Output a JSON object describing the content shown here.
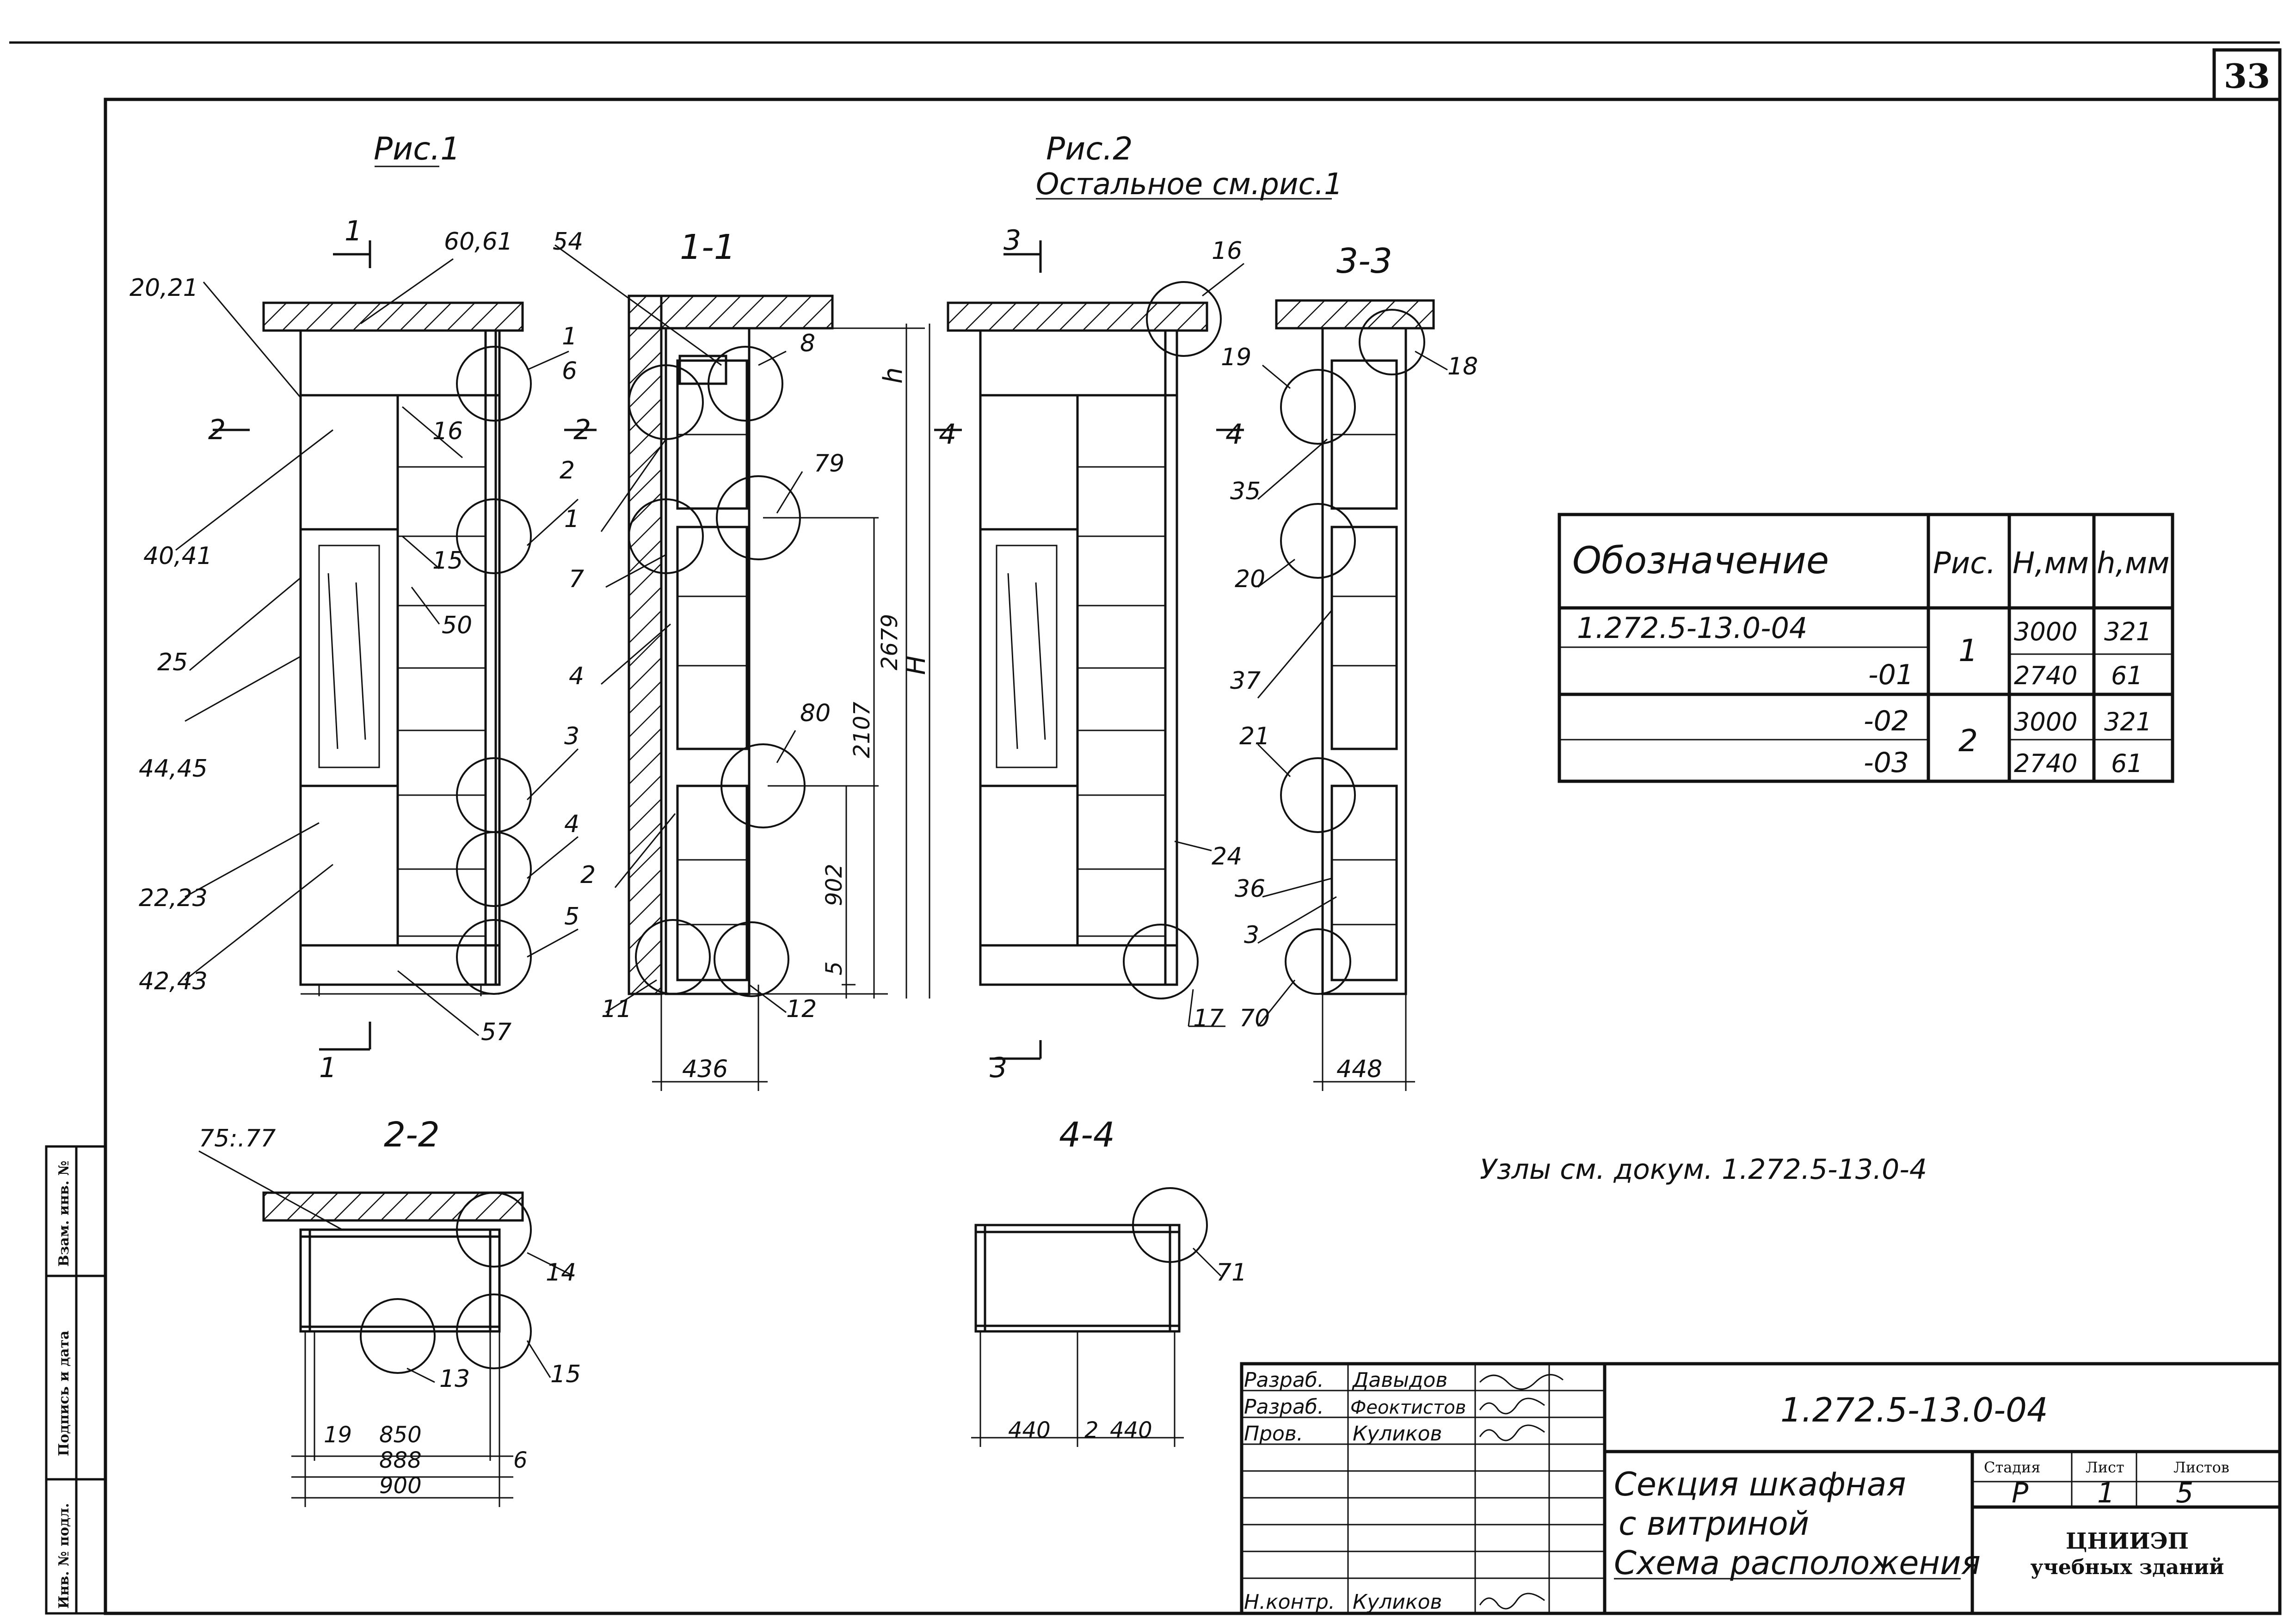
{
  "sheet_number": "33",
  "figures": {
    "fig1_title": "Рис.1",
    "fig2_title": "Рис.2",
    "fig2_note": "Остальное см.рис.1"
  },
  "sections": {
    "s11": "1-1",
    "s33": "3-3",
    "s22": "2-2",
    "s44": "4-4",
    "cut1": "1",
    "cut2": "2",
    "cut3": "3",
    "cut4": "4"
  },
  "callouts": {
    "c6061": "60,61",
    "c2021": "20,21",
    "c4041": "40,41",
    "c25": "25",
    "c4445": "44,45",
    "c2223": "22,23",
    "c4243": "42,43",
    "c57": "57",
    "c16a": "16",
    "c15a": "15",
    "c50": "50",
    "c1a": "1",
    "c6": "6",
    "c2a": "2",
    "c3a": "3",
    "c4a": "4",
    "c5a": "5",
    "c54": "54",
    "c8": "8",
    "c1b": "1",
    "c7": "7",
    "c4b": "4",
    "c2b": "2",
    "c79": "79",
    "c80": "80",
    "c11": "11",
    "c12": "12",
    "c16b": "16",
    "c24": "24",
    "c17": "17",
    "c19": "19",
    "c18": "18",
    "c35": "35",
    "c20": "20",
    "c37": "37",
    "c21": "21",
    "c36": "36",
    "c3b": "3",
    "c70": "70",
    "c7577": "75:.77",
    "c14": "14",
    "c15b": "15",
    "c13": "13",
    "c71": "71"
  },
  "dimensions": {
    "d436": "436",
    "d448": "448",
    "d2679": "2679",
    "d2107": "2107",
    "d902": "902",
    "d5": "5",
    "dh": "h",
    "dH": "H",
    "d19": "19",
    "d850": "850",
    "d888": "888",
    "d900": "900",
    "d6": "6",
    "d440a": "440",
    "d2": "2",
    "d440b": "440"
  },
  "spec_table": {
    "headers": [
      "Обозначение",
      "Рис.",
      "H,мм",
      "h,мм"
    ],
    "rows": [
      {
        "code": "1.272.5-13.0-04",
        "fig": "1",
        "H": "3000",
        "h": "321"
      },
      {
        "code": "-01",
        "fig": "",
        "H": "2740",
        "h": "61"
      },
      {
        "code": "-02",
        "fig": "2",
        "H": "3000",
        "h": "321"
      },
      {
        "code": "-03",
        "fig": "",
        "H": "2740",
        "h": "61"
      }
    ]
  },
  "nodes_note": "Узлы см. докум. 1.272.5-13.0-4",
  "side_stamp": {
    "inv_orig": "Инв. № подл.",
    "sign_date": "Подпись и дата",
    "replace_inv": "Взам. инв. №"
  },
  "title_block": {
    "people": [
      {
        "role": "Разраб.",
        "name": "Давыдов"
      },
      {
        "role": "Разраб.",
        "name": "Феоктистов"
      },
      {
        "role": "Пров.",
        "name": "Куликов"
      },
      {
        "role": "",
        "name": ""
      },
      {
        "role": "",
        "name": ""
      },
      {
        "role": "Н.контр.",
        "name": "Куликов"
      }
    ],
    "doc_code": "1.272.5-13.0-04",
    "name_line1": "Секция шкафная",
    "name_line2": "с витриной",
    "name_line3": "Схема расположения",
    "stage_label": "Стадия",
    "sheet_label": "Лист",
    "sheets_label": "Листов",
    "stage": "Р",
    "sheet": "1",
    "sheets": "5",
    "org_line1": "ЦНИИЭП",
    "org_line2": "учебных зданий"
  }
}
